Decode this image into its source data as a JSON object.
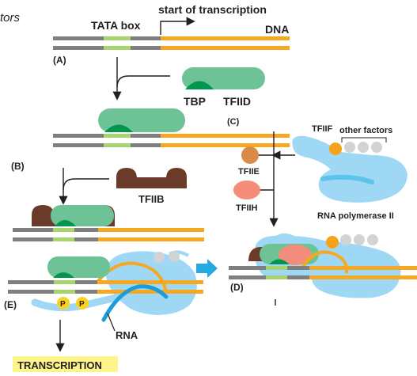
{
  "header_fragment": "tors",
  "labels": {
    "tata_box": "TATA box",
    "start_of_transcription": "start of transcription",
    "dna": "DNA",
    "tbp": "TBP",
    "tfiid": "TFIID",
    "tfiib": "TFIIB",
    "tfiie": "TFIIE",
    "tfiih": "TFIIH",
    "tfiif": "TFIIF",
    "other_factors": "other factors",
    "rna_polymerase_ii": "RNA polymerase II",
    "phosphate": "P",
    "rna": "RNA",
    "transcription": "TRANSCRIPTION"
  },
  "panels": {
    "a": "(A)",
    "b": "(B)",
    "c": "(C)",
    "d": "(D)",
    "e": "(E)"
  },
  "colors": {
    "dna_gray": "#7f7f7f",
    "tata_green": "#a8d46f",
    "dna_orange": "#f7a823",
    "tfiid_green": "#6dc296",
    "tbp_dark_green": "#00964d",
    "tfiib_brown": "#6a3b28",
    "tfiie_orange": "#d98b45",
    "tfiih_salmon": "#f38d7a",
    "tfiif_orange": "#f7a21b",
    "other_factor_gray": "#d1d3d4",
    "polymerase_blue": "#9fd8f4",
    "polymerase_dark_blue": "#5dc3ec",
    "rna_blue": "#1c9dd8",
    "arrow_blue": "#27a9e1",
    "transcription_yellow": "#fdf48a",
    "phosphate_yellow": "#fbd21c"
  }
}
